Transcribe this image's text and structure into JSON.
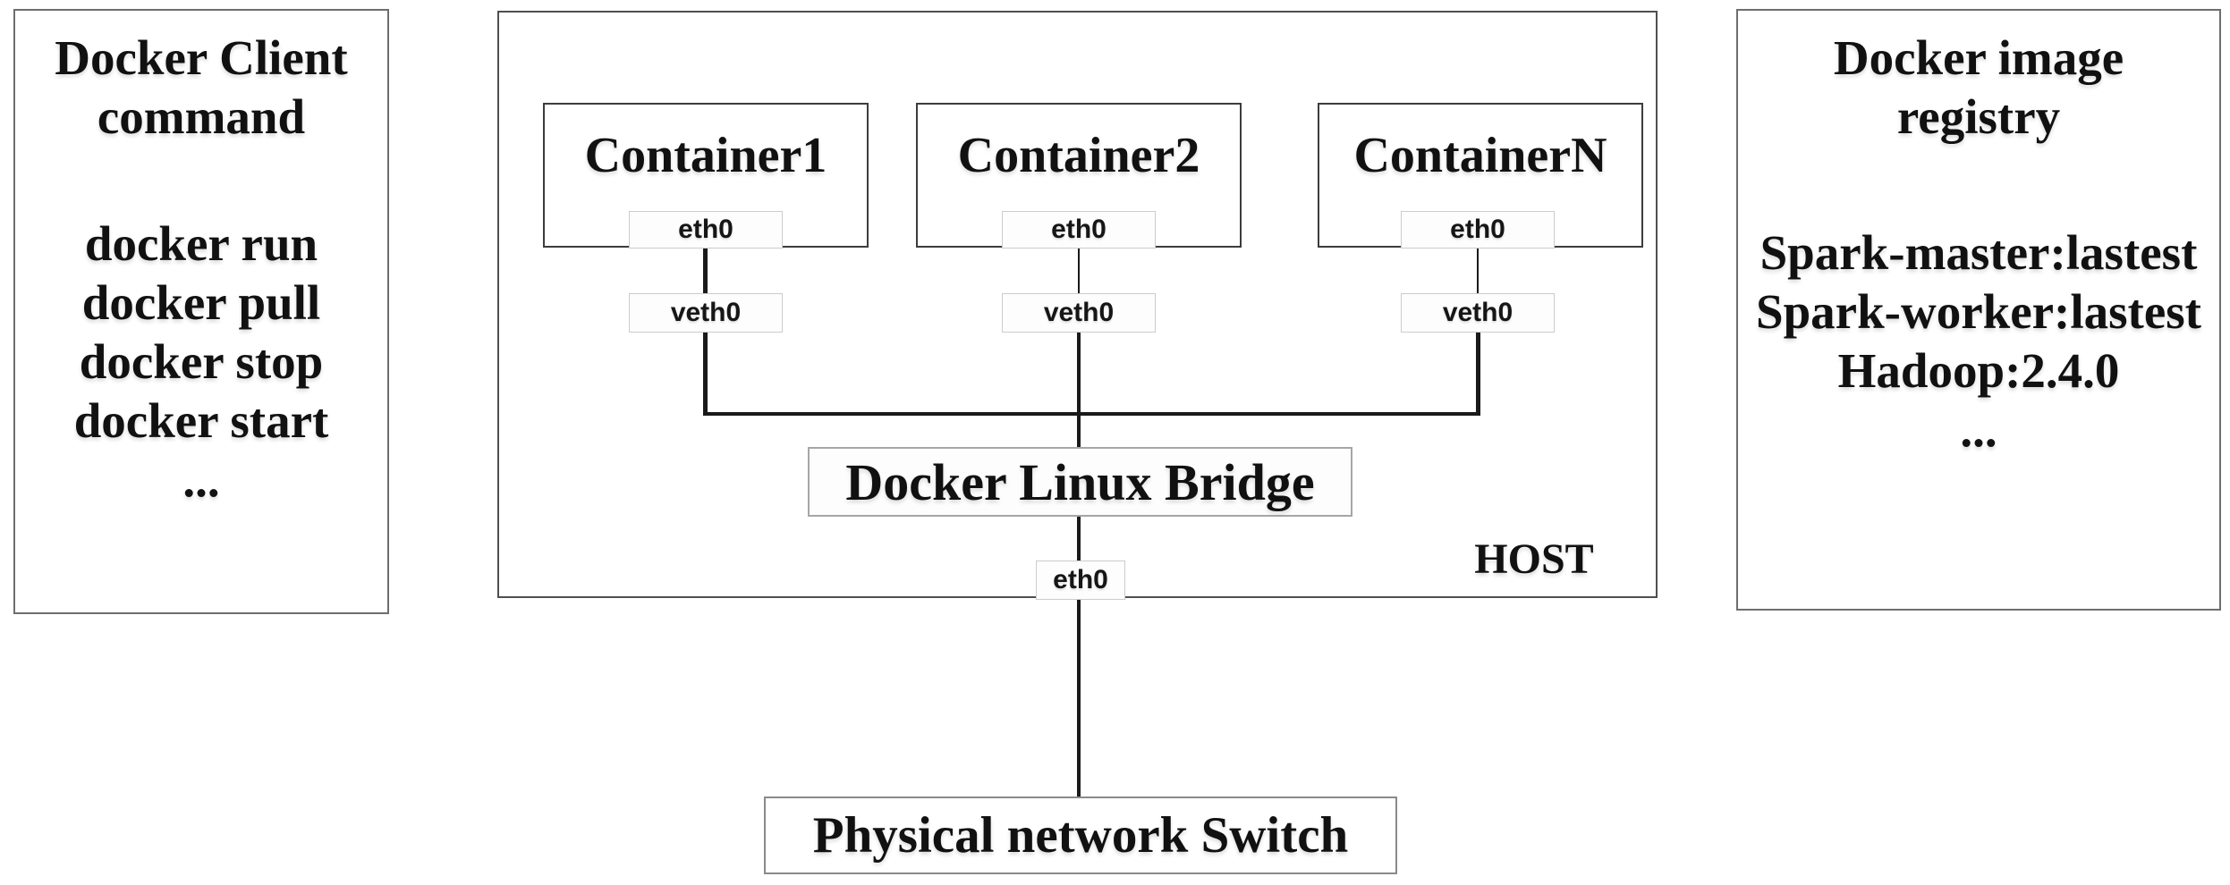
{
  "client_box": {
    "title_line1": "Docker Client",
    "title_line2": "command",
    "commands": [
      "docker run",
      "docker pull",
      "docker stop",
      "docker start",
      "..."
    ]
  },
  "host": {
    "label": "HOST",
    "bridge_label": "Docker Linux Bridge",
    "eth_label": "eth0",
    "containers": [
      {
        "name": "Container1",
        "eth": "eth0",
        "veth": "veth0"
      },
      {
        "name": "Container2",
        "eth": "eth0",
        "veth": "veth0"
      },
      {
        "name": "ContainerN",
        "eth": "eth0",
        "veth": "veth0"
      }
    ]
  },
  "registry_box": {
    "title_line1": "Docker image",
    "title_line2": "registry",
    "images": [
      "Spark-master:lastest",
      "Spark-worker:lastest",
      "Hadoop:2.4.0",
      "..."
    ]
  },
  "switch_box": {
    "label": "Physical network Switch"
  },
  "colors": {
    "background": "#ffffff",
    "text": "#111111",
    "line": "#1a1a1a",
    "outer_border": "#6e6e6e",
    "host_border": "#4f4f4f",
    "container_border": "#3c3c3c",
    "bridge_border": "#a6a6a6",
    "switch_border": "#8a8a8a",
    "port_border": "#cccccc"
  }
}
